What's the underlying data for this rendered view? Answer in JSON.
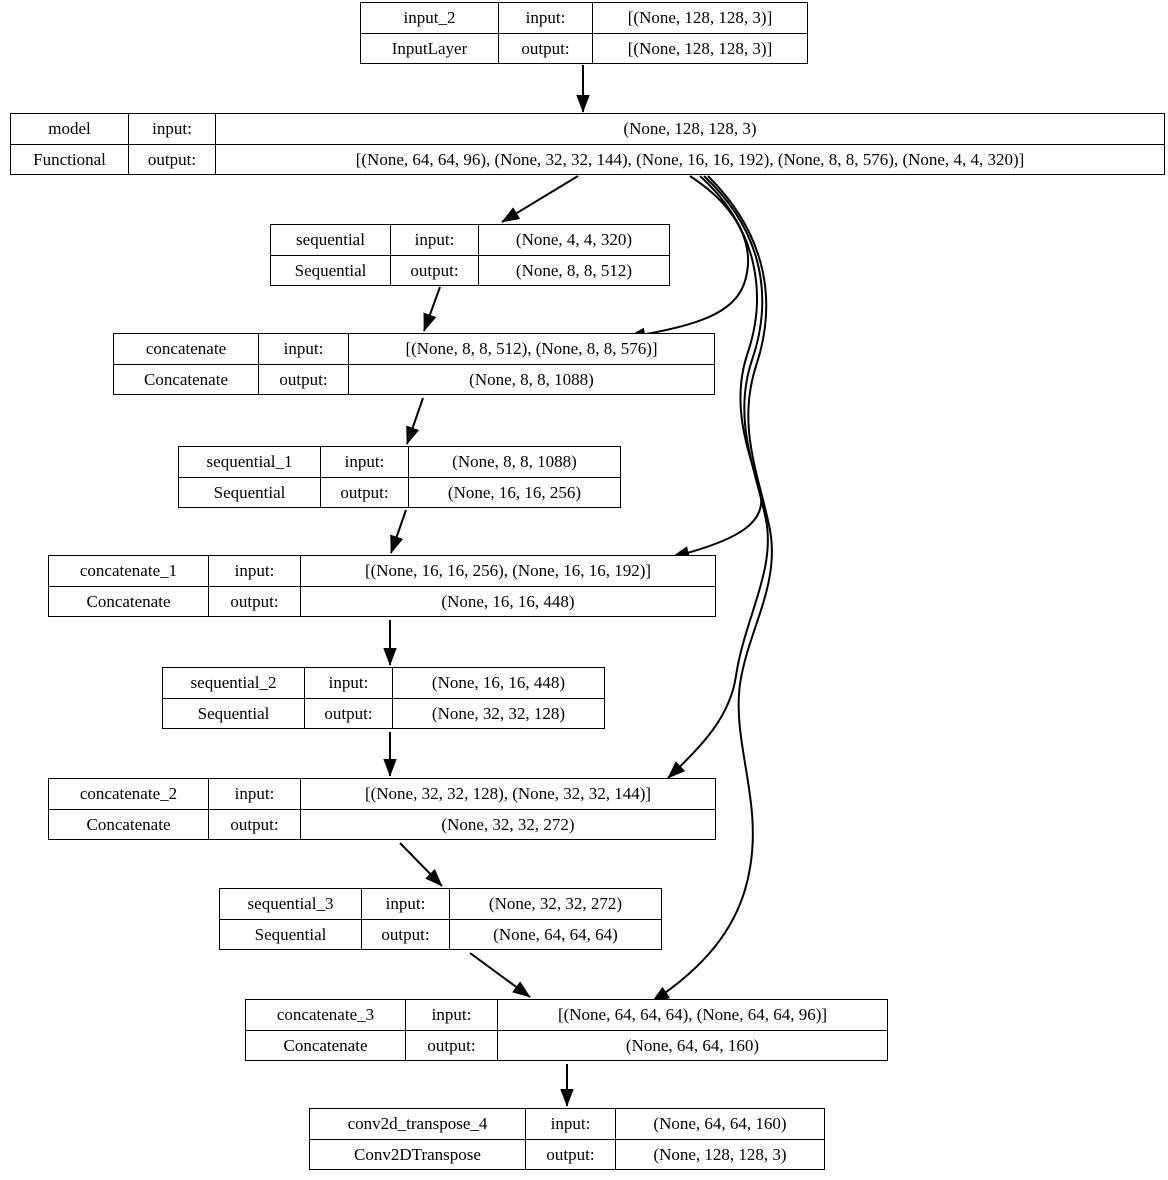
{
  "diagram": {
    "type": "keras-model-graph",
    "title": "Keras functional model plot",
    "background": "#ffffff",
    "edge_color": "#000000",
    "box_border_color": "#000000",
    "nodes": [
      {
        "id": "input_2",
        "name": "input_2",
        "class": "InputLayer",
        "input_label": "input:",
        "output_label": "output:",
        "input_shape": "[(None, 128, 128, 3)]",
        "output_shape": "[(None, 128, 128, 3)]"
      },
      {
        "id": "model",
        "name": "model",
        "class": "Functional",
        "input_label": "input:",
        "output_label": "output:",
        "input_shape": "(None, 128, 128, 3)",
        "output_shape": "[(None, 64, 64, 96), (None, 32, 32, 144), (None, 16, 16, 192), (None, 8, 8, 576), (None, 4, 4, 320)]"
      },
      {
        "id": "sequential",
        "name": "sequential",
        "class": "Sequential",
        "input_label": "input:",
        "output_label": "output:",
        "input_shape": "(None, 4, 4, 320)",
        "output_shape": "(None, 8, 8, 512)"
      },
      {
        "id": "concatenate",
        "name": "concatenate",
        "class": "Concatenate",
        "input_label": "input:",
        "output_label": "output:",
        "input_shape": "[(None, 8, 8, 512), (None, 8, 8, 576)]",
        "output_shape": "(None, 8, 8, 1088)"
      },
      {
        "id": "sequential_1",
        "name": "sequential_1",
        "class": "Sequential",
        "input_label": "input:",
        "output_label": "output:",
        "input_shape": "(None, 8, 8, 1088)",
        "output_shape": "(None, 16, 16, 256)"
      },
      {
        "id": "concatenate_1",
        "name": "concatenate_1",
        "class": "Concatenate",
        "input_label": "input:",
        "output_label": "output:",
        "input_shape": "[(None, 16, 16, 256), (None, 16, 16, 192)]",
        "output_shape": "(None, 16, 16, 448)"
      },
      {
        "id": "sequential_2",
        "name": "sequential_2",
        "class": "Sequential",
        "input_label": "input:",
        "output_label": "output:",
        "input_shape": "(None, 16, 16, 448)",
        "output_shape": "(None, 32, 32, 128)"
      },
      {
        "id": "concatenate_2",
        "name": "concatenate_2",
        "class": "Concatenate",
        "input_label": "input:",
        "output_label": "output:",
        "input_shape": "[(None, 32, 32, 128), (None, 32, 32, 144)]",
        "output_shape": "(None, 32, 32, 272)"
      },
      {
        "id": "sequential_3",
        "name": "sequential_3",
        "class": "Sequential",
        "input_label": "input:",
        "output_label": "output:",
        "input_shape": "(None, 32, 32, 272)",
        "output_shape": "(None, 64, 64, 64)"
      },
      {
        "id": "concatenate_3",
        "name": "concatenate_3",
        "class": "Concatenate",
        "input_label": "input:",
        "output_label": "output:",
        "input_shape": "[(None, 64, 64, 64), (None, 64, 64, 96)]",
        "output_shape": "(None, 64, 64, 160)"
      },
      {
        "id": "conv2d_transpose_4",
        "name": "conv2d_transpose_4",
        "class": "Conv2DTranspose",
        "input_label": "input:",
        "output_label": "output:",
        "input_shape": "(None, 64, 64, 160)",
        "output_shape": "(None, 128, 128, 3)"
      }
    ],
    "edges": [
      {
        "from": "input_2",
        "to": "model"
      },
      {
        "from": "model",
        "to": "sequential"
      },
      {
        "from": "model",
        "to": "concatenate"
      },
      {
        "from": "model",
        "to": "concatenate_1"
      },
      {
        "from": "model",
        "to": "concatenate_2"
      },
      {
        "from": "model",
        "to": "concatenate_3"
      },
      {
        "from": "sequential",
        "to": "concatenate"
      },
      {
        "from": "concatenate",
        "to": "sequential_1"
      },
      {
        "from": "sequential_1",
        "to": "concatenate_1"
      },
      {
        "from": "concatenate_1",
        "to": "sequential_2"
      },
      {
        "from": "sequential_2",
        "to": "concatenate_2"
      },
      {
        "from": "concatenate_2",
        "to": "sequential_3"
      },
      {
        "from": "sequential_3",
        "to": "concatenate_3"
      },
      {
        "from": "concatenate_3",
        "to": "conv2d_transpose_4"
      }
    ]
  }
}
